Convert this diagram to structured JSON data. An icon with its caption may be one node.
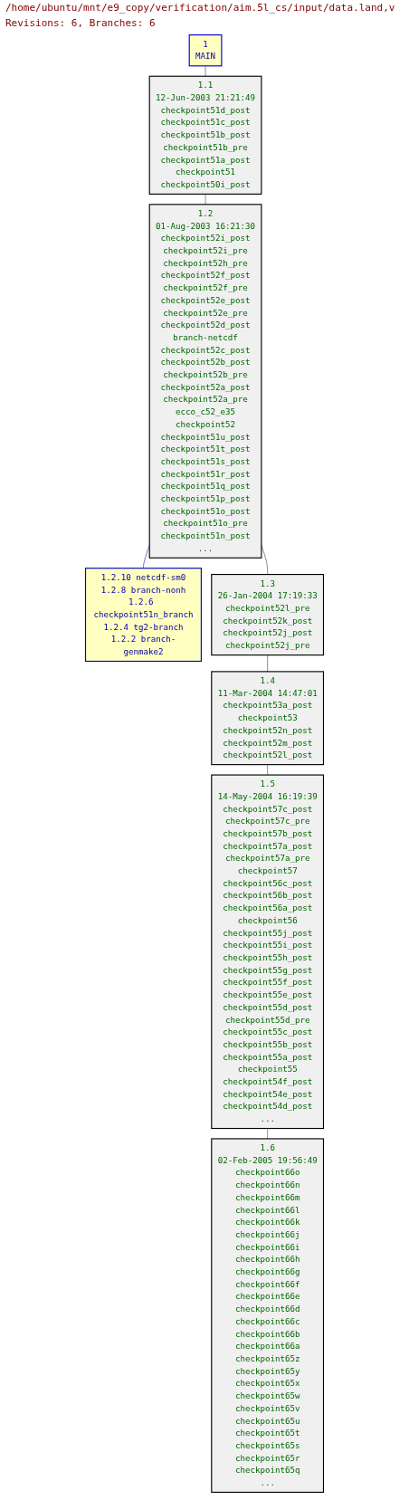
{
  "diagram": {
    "title": "/home/ubuntu/mnt/e9_copy/verification/aim.5l_cs/input/data.land,v",
    "labels": [
      "Revisions: 6, Branches: 6"
    ],
    "nodes": [
      {
        "text": [
          "1",
          "MAIN"
        ]
      },
      {
        "text": [
          "1.1",
          "12-Jun-2003 21:21:49",
          "checkpoint51d_post",
          "checkpoint51c_post",
          "checkpoint51b_post",
          "checkpoint51b_pre",
          "checkpoint51a_post",
          "checkpoint51",
          "checkpoint50i_post"
        ]
      },
      {
        "text": [
          "1.2",
          "01-Aug-2003 16:21:30",
          "checkpoint52i_post",
          "checkpoint52i_pre",
          "checkpoint52h_pre",
          "checkpoint52f_post",
          "checkpoint52f_pre",
          "checkpoint52e_post",
          "checkpoint52e_pre",
          "checkpoint52d_post",
          "branch-netcdf",
          "checkpoint52c_post",
          "checkpoint52b_post",
          "checkpoint52b_pre",
          "checkpoint52a_post",
          "checkpoint52a_pre",
          "ecco_c52_e35",
          "checkpoint52",
          "checkpoint51u_post",
          "checkpoint51t_post",
          "checkpoint51s_post",
          "checkpoint51r_post",
          "checkpoint51q_post",
          "checkpoint51p_post",
          "checkpoint51o_post",
          "checkpoint51o_pre",
          "checkpoint51n_post",
          "..."
        ]
      },
      {
        "text": [
          "1.2.10 netcdf-sm0",
          "1.2.8 branch-nonh",
          "1.2.6 checkpoint51n_branch",
          "1.2.4 tg2-branch",
          "1.2.2 branch-genmake2"
        ]
      },
      {
        "text": [
          "1.3",
          "26-Jan-2004 17:19:33",
          "checkpoint52l_pre",
          "checkpoint52k_post",
          "checkpoint52j_post",
          "checkpoint52j_pre"
        ]
      },
      {
        "text": [
          "1.4",
          "11-Mar-2004 14:47:01",
          "checkpoint53a_post",
          "checkpoint53",
          "checkpoint52n_post",
          "checkpoint52m_post",
          "checkpoint52l_post"
        ]
      },
      {
        "text": [
          "1.5",
          "14-May-2004 16:19:39",
          "checkpoint57c_post",
          "checkpoint57c_pre",
          "checkpoint57b_post",
          "checkpoint57a_post",
          "checkpoint57a_pre",
          "checkpoint57",
          "checkpoint56c_post",
          "checkpoint56b_post",
          "checkpoint56a_post",
          "checkpoint56",
          "checkpoint55j_post",
          "checkpoint55i_post",
          "checkpoint55h_post",
          "checkpoint55g_post",
          "checkpoint55f_post",
          "checkpoint55e_post",
          "checkpoint55d_post",
          "checkpoint55d_pre",
          "checkpoint55c_post",
          "checkpoint55b_post",
          "checkpoint55a_post",
          "checkpoint55",
          "checkpoint54f_post",
          "checkpoint54e_post",
          "checkpoint54d_post",
          "..."
        ]
      },
      {
        "text": [
          "1.6",
          "02-Feb-2005 19:56:49",
          "checkpoint66o",
          "checkpoint66n",
          "checkpoint66m",
          "checkpoint66l",
          "checkpoint66k",
          "checkpoint66j",
          "checkpoint66i",
          "checkpoint66h",
          "checkpoint66g",
          "checkpoint66f",
          "checkpoint66e",
          "checkpoint66d",
          "checkpoint66c",
          "checkpoint66b",
          "checkpoint66a",
          "checkpoint65z",
          "checkpoint65y",
          "checkpoint65x",
          "checkpoint65w",
          "checkpoint65v",
          "checkpoint65u",
          "checkpoint65t",
          "checkpoint65s",
          "checkpoint65r",
          "checkpoint65q",
          "..."
        ]
      }
    ],
    "edges": [
      {
        "from": 0,
        "to": 1,
        "arrow": "none"
      },
      {
        "from": 1,
        "to": 2,
        "arrow": "none"
      },
      {
        "from": 2,
        "to": 3,
        "arrow": "none",
        "color": "#0000cc"
      },
      {
        "from": 2,
        "to": 4,
        "arrow": "none"
      },
      {
        "from": 4,
        "to": 5,
        "arrow": "none"
      },
      {
        "from": 5,
        "to": 6,
        "arrow": "none"
      },
      {
        "from": 6,
        "to": 7,
        "arrow": "none"
      }
    ]
  }
}
